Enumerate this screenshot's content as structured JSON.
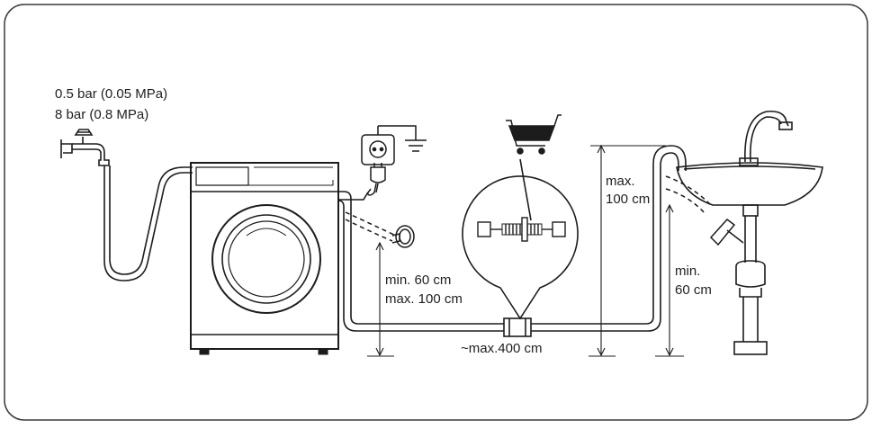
{
  "diagram": {
    "pressure": {
      "min": "0.5 bar (0.05 MPa)",
      "max": "8 bar (0.8 MPa)"
    },
    "drain_hose_height": {
      "min": "min. 60 cm",
      "max": "max. 100 cm"
    },
    "hose_length": "~max.400 cm",
    "riser_height": {
      "line1": "max.",
      "line2": "100 cm"
    },
    "sink_height": {
      "line1": "min.",
      "line2": "60 cm"
    },
    "icons": [
      "water-tap-icon",
      "power-socket-icon",
      "ground-symbol-icon",
      "shopping-cart-icon",
      "hose-extension-connector-icon",
      "washing-machine-icon",
      "sink-icon"
    ],
    "colors": {
      "line": "#1c1c1c",
      "frame": "#3a3a3a",
      "background": "#ffffff"
    }
  }
}
